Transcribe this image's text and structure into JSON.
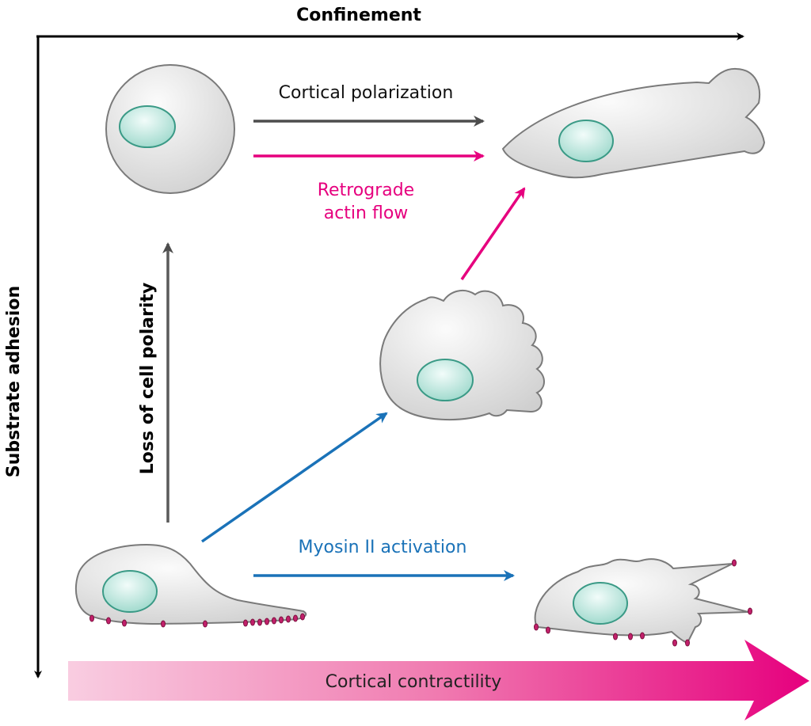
{
  "axes": {
    "top": {
      "label": "Confinement"
    },
    "left": {
      "label": "Substrate adhesion"
    },
    "bottom": {
      "label": "Cortical contractility"
    }
  },
  "transitions": [
    {
      "id": "cortical-polarization",
      "label": "Cortical polarization",
      "color": "#4d4d4d"
    },
    {
      "id": "retrograde-actin-flow",
      "label_lines": [
        "Retrograde",
        "actin flow"
      ],
      "color": "#e6007e"
    },
    {
      "id": "loss-of-cell-polarity",
      "label": "Loss of cell polarity",
      "color": "#5a5a5a"
    },
    {
      "id": "myosin-ii-activation",
      "label": "Myosin II activation",
      "color": "#1a72b8"
    }
  ],
  "cells": [
    {
      "id": "round-cell",
      "description": "round non-adherent cell"
    },
    {
      "id": "amoeboid-cell",
      "description": "elongated amoeboid cell with uropod"
    },
    {
      "id": "blebbing-cell",
      "description": "cell with blebs"
    },
    {
      "id": "mesenchymal-cell",
      "description": "adherent spread cell with focal adhesions"
    },
    {
      "id": "contractile-cell",
      "description": "contractile cell with protrusions and adhesions"
    }
  ],
  "colors": {
    "cell_fill": "#e2e2e2",
    "nucleus": "#a8e0d4",
    "adhesion": "#c2206b",
    "gradient_start": "#f8cbe0",
    "gradient_end": "#e6007e"
  }
}
